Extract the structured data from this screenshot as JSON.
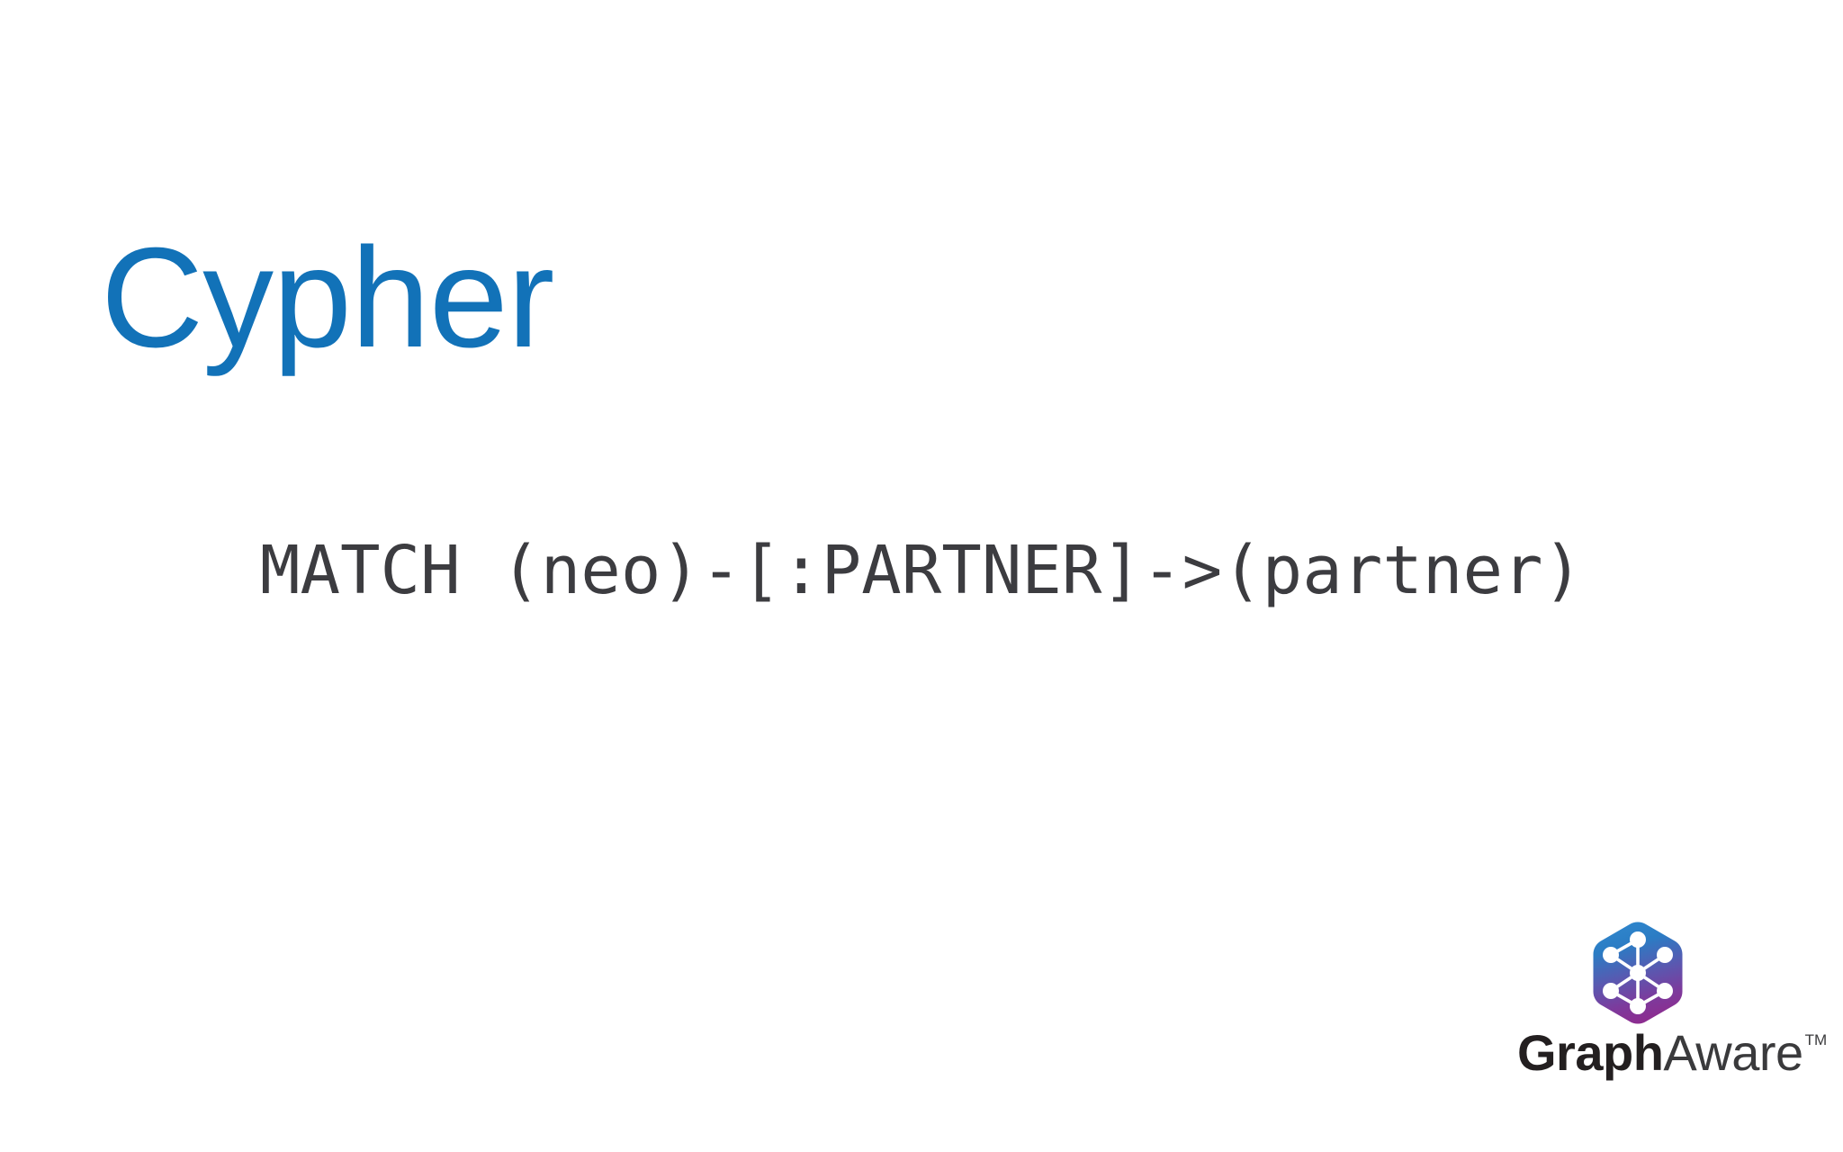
{
  "slide": {
    "background_color": "#ffffff",
    "title": "Cypher",
    "title_color": "#1272B8",
    "code": "MATCH (neo)-[:PARTNER]->(partner)",
    "code_color": "#3C3C40"
  },
  "code_tokens": {
    "keyword": "MATCH",
    "start_node": "(neo)",
    "relationship": "-[:PARTNER]->",
    "end_node": "(partner)"
  },
  "logo": {
    "wordmark_bold": "Graph",
    "wordmark_light": "Aware",
    "trademark": "TM",
    "gradient_top": "#2B7CC4",
    "gradient_mid": "#5A58B0",
    "gradient_bottom": "#8B2D8F",
    "node_color": "#ffffff"
  }
}
